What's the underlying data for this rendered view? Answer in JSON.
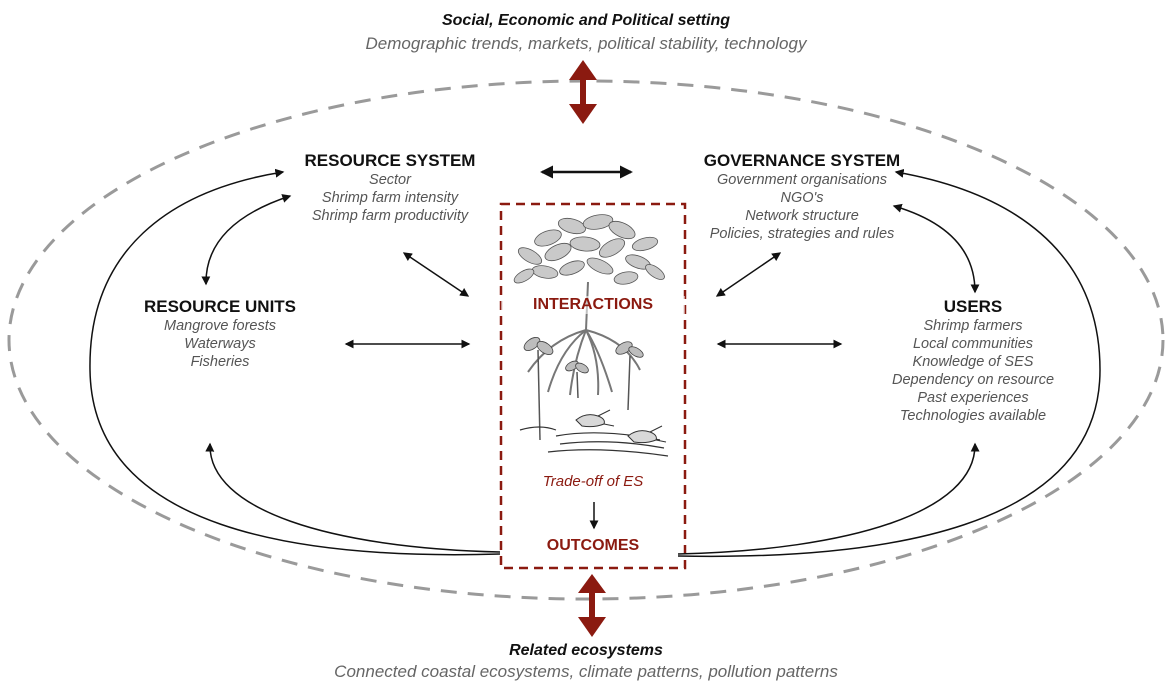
{
  "context": {
    "title": "Social, Economic and Political setting",
    "subtitle": "Demographic trends, markets, political stability, technology"
  },
  "related": {
    "title": "Related ecosystems",
    "subtitle": "Connected coastal ecosystems, climate patterns, pollution patterns"
  },
  "resource_system": {
    "title": "RESOURCE SYSTEM",
    "items": [
      "Sector",
      "Shrimp farm intensity",
      "Shrimp farm productivity"
    ]
  },
  "governance_system": {
    "title": "GOVERNANCE SYSTEM",
    "items": [
      "Government organisations",
      "NGO's",
      "Network structure",
      "Policies, strategies and rules"
    ]
  },
  "resource_units": {
    "title": "RESOURCE UNITS",
    "items": [
      "Mangrove forests",
      "Waterways",
      "Fisheries"
    ]
  },
  "users": {
    "title": "USERS",
    "items": [
      "Shrimp farmers",
      "Local communities",
      "Knowledge of SES",
      "Dependency on resource",
      "Past experiences",
      "Technologies available"
    ]
  },
  "center": {
    "interactions": "INTERACTIONS",
    "tradeoff": "Trade-off of ES",
    "outcomes": "OUTCOMES"
  },
  "colors": {
    "accent_red": "#8b1a10",
    "dashed_gray": "#9a9a9a",
    "subtext_gray": "#555555"
  },
  "icons": [
    "mangrove-illustration-icon",
    "shrimp-icon"
  ]
}
